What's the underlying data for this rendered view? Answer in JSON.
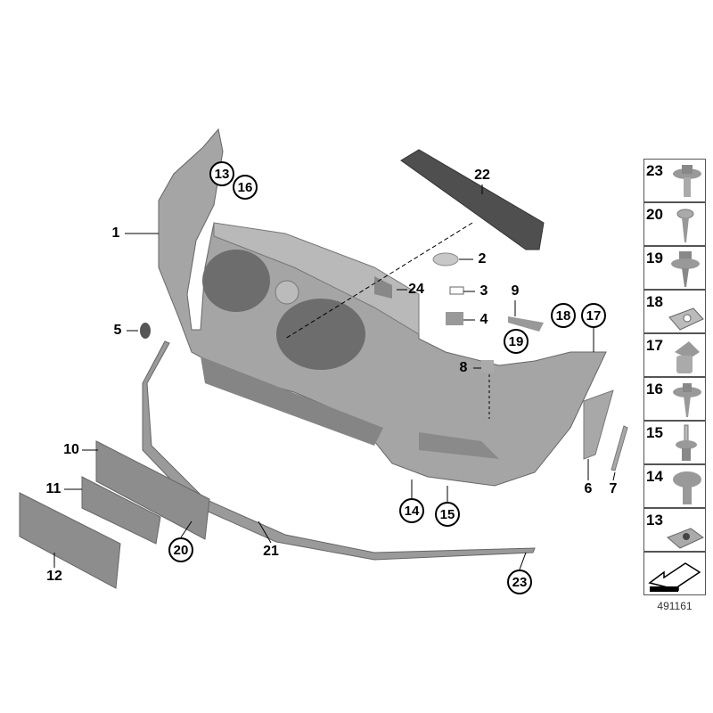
{
  "diagram_code": "491161",
  "callouts": {
    "c1": "1",
    "c2": "2",
    "c3": "3",
    "c4": "4",
    "c5": "5",
    "c6": "6",
    "c7": "7",
    "c8": "8",
    "c9": "9",
    "c10": "10",
    "c11": "11",
    "c12": "12",
    "c13": "13",
    "c14": "14",
    "c15": "15",
    "c16": "16",
    "c17": "17",
    "c18": "18",
    "c19": "19",
    "c20": "20",
    "c21": "21",
    "c22": "22",
    "c23": "23",
    "c24": "24"
  },
  "fastener_column": [
    "23",
    "20",
    "19",
    "18",
    "17",
    "16",
    "15",
    "14",
    "13"
  ],
  "colors": {
    "part": "#a3a3a3",
    "part_dark": "#5a5a5a",
    "line": "#000000"
  }
}
